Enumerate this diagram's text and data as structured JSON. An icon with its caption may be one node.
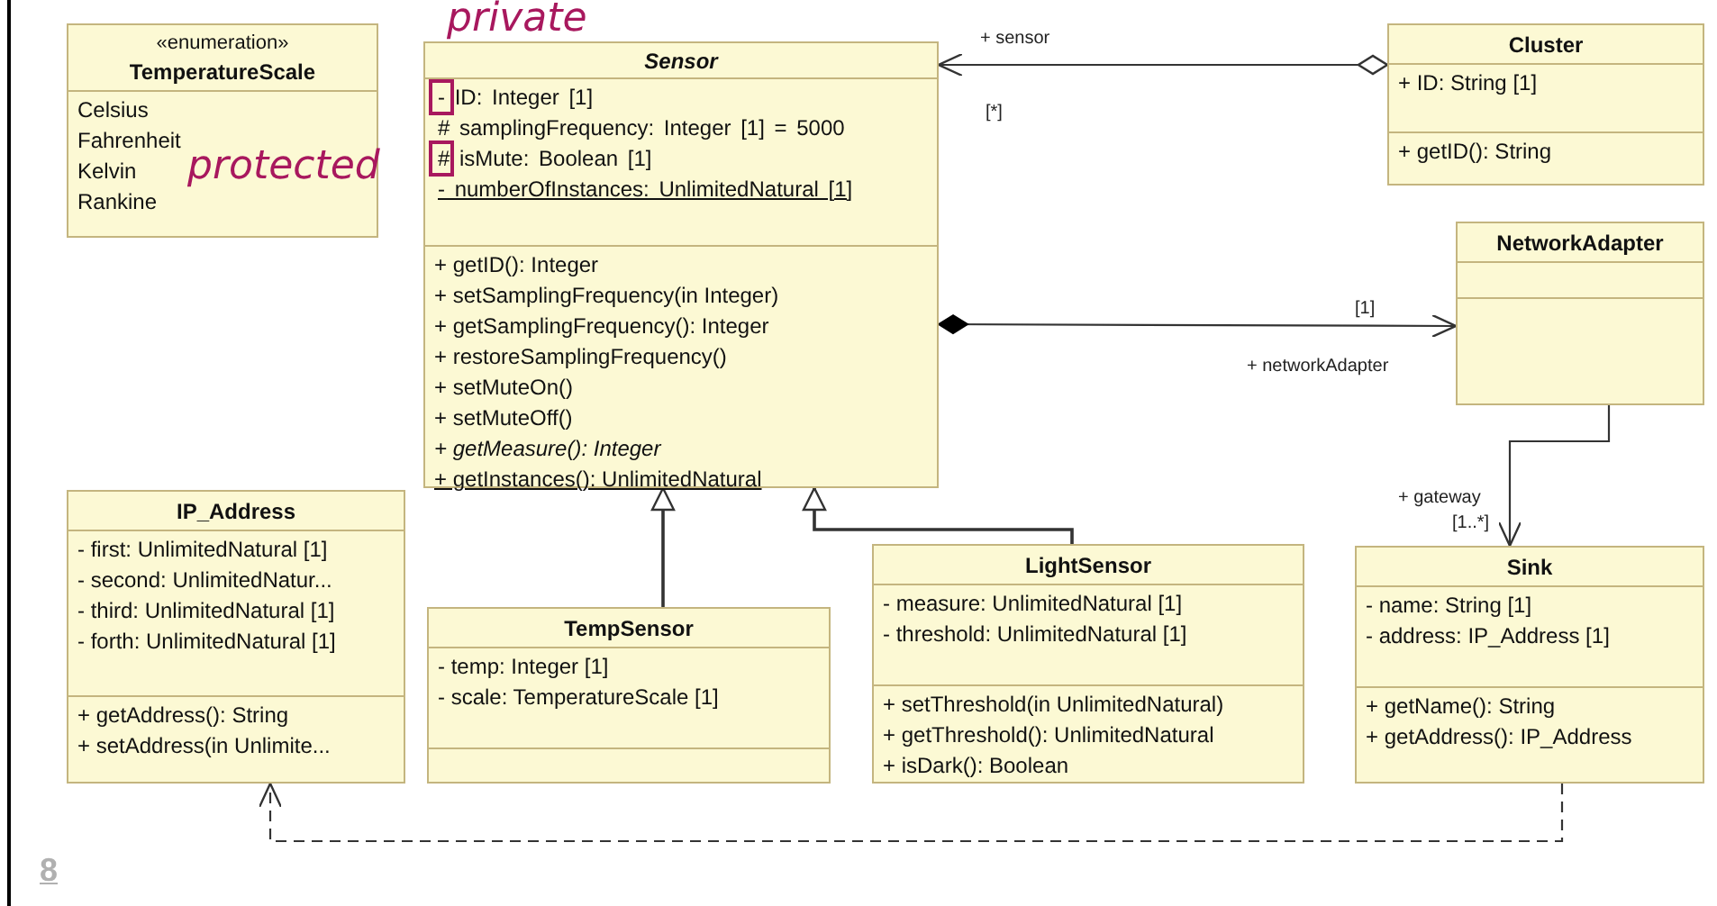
{
  "diagram": {
    "nodes": [
      {
        "text": [
          "«enumeration»",
          "TemperatureScale"
        ]
      },
      {
        "text": [
          "Celsius",
          "Fahrenheit",
          "Kelvin",
          "Rankine"
        ],
        "in": 0
      },
      {
        "text": [
          "Sensor"
        ]
      },
      {
        "text": [
          "- ID: Integer [1]",
          "# samplingFrequency: Integer [1] = 5000",
          "# isMute: Boolean [1]",
          "- numberOfInstances: UnlimitedNatural [1]"
        ],
        "in": 2
      },
      {
        "text": [
          "+ getID(): Integer",
          "+ setSamplingFrequency(in Integer)",
          "+ getSamplingFrequency(): Integer",
          "+ restoreSamplingFrequency()",
          "+ setMuteOn()",
          "+ setMuteOff()",
          "+ getMeasure(): Integer",
          "+ getInstances(): UnlimitedNatural"
        ],
        "in": 2
      },
      {
        "text": [
          "Cluster"
        ]
      },
      {
        "text": [
          "+ ID: String [1]"
        ],
        "in": 5
      },
      {
        "text": [
          "+ getID(): String"
        ],
        "in": 5
      },
      {
        "text": [
          "NetworkAdapter"
        ]
      },
      {
        "text": [],
        "shape": "box",
        "in": 8
      },
      {
        "text": [],
        "shape": "box",
        "in": 8
      },
      {
        "text": [
          "IP_Address"
        ]
      },
      {
        "text": [
          "- first: UnlimitedNatural [1]",
          "- second: UnlimitedNatur...",
          "- third: UnlimitedNatural [1]",
          "- forth: UnlimitedNatural [1]"
        ],
        "in": 11
      },
      {
        "text": [
          "+ getAddress(): String",
          "+ setAddress(in Unlimite..."
        ],
        "in": 11
      },
      {
        "text": [
          "TempSensor"
        ]
      },
      {
        "text": [
          "- temp: Integer [1]",
          "- scale: TemperatureScale [1]"
        ],
        "in": 14
      },
      {
        "text": [],
        "shape": "box",
        "in": 14
      },
      {
        "text": [
          "LightSensor"
        ]
      },
      {
        "text": [
          "- measure: UnlimitedNatural [1]",
          "- threshold: UnlimitedNatural [1]"
        ],
        "in": 17
      },
      {
        "text": [
          "+ setThreshold(in UnlimitedNatural)",
          "+ getThreshold(): UnlimitedNatural",
          "+ isDark(): Boolean"
        ],
        "in": 17
      },
      {
        "text": [
          "Sink"
        ]
      },
      {
        "text": [
          "- name: String [1]",
          "- address: IP_Address [1]"
        ],
        "in": 20
      },
      {
        "text": [
          "+ getName(): String",
          "+ getAddress(): IP_Address"
        ],
        "in": 20
      }
    ],
    "edges": [
      {
        "from": 5,
        "to": 2,
        "arrow": "to",
        "label": "+ sensor"
      },
      {
        "from": 2,
        "to": 8,
        "arrow": "to",
        "label": "+ networkAdapter"
      },
      {
        "from": 8,
        "to": 20,
        "arrow": "to",
        "label": "+ gateway"
      },
      {
        "from": 14,
        "to": 2,
        "arrow": "to"
      },
      {
        "from": 17,
        "to": 2,
        "arrow": "to"
      },
      {
        "from": 20,
        "to": 11,
        "arrow": "to",
        "style": "dashed"
      }
    ],
    "labels": [
      "private",
      "protected",
      "[*]",
      "[1]",
      "[1..*]",
      "8"
    ]
  }
}
